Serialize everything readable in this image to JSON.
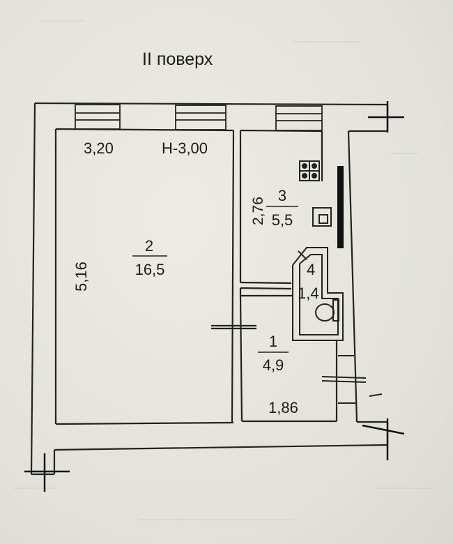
{
  "title": "II  поверх",
  "height_mark": "Н-3,00",
  "rooms": [
    {
      "number": "2",
      "area": "16,5"
    },
    {
      "number": "3",
      "area": "5,5"
    },
    {
      "number": "1",
      "area": "4,9"
    },
    {
      "number": "4",
      "area": "1,4"
    }
  ],
  "dimensions": {
    "room2_width": "3,20",
    "room2_length": "5,16",
    "room3_length": "2,76",
    "room1_width": "1,86"
  }
}
